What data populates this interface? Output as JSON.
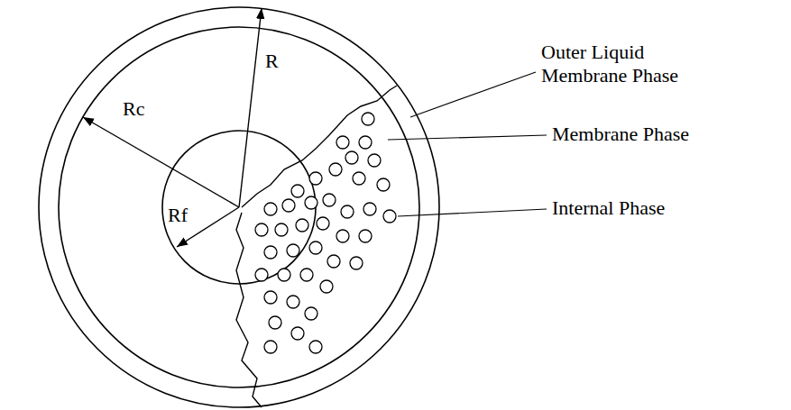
{
  "diagram": {
    "labels": [
      "R",
      "Rc",
      "Outer Liquid Membrane Phase",
      "Membrane Phase",
      "Rf",
      "Internal Phase"
    ]
  }
}
